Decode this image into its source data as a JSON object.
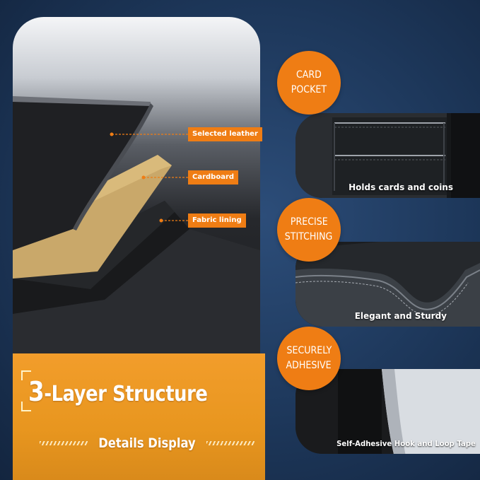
{
  "layers": {
    "leather_label": "Selected leather",
    "cardboard_label": "Cardboard",
    "lining_label": "Fabric lining"
  },
  "banner": {
    "title_number": "3",
    "title_rest": "-Layer Structure",
    "subtitle": "Details Display"
  },
  "features": [
    {
      "badge_line1": "CARD",
      "badge_line2": "POCKET",
      "caption": "Holds cards and coins"
    },
    {
      "badge_line1": "PRECISE",
      "badge_line2": "STITCHING",
      "caption": "Elegant and Sturdy"
    },
    {
      "badge_line1": "SECURELY",
      "badge_line2": "ADHESIVE",
      "caption": "Self-Adhesive Hook and Loop Tape"
    }
  ],
  "colors": {
    "accent_orange": "#ef7d14",
    "banner_orange": "#e8961f",
    "background_blue": "#1d375a"
  }
}
